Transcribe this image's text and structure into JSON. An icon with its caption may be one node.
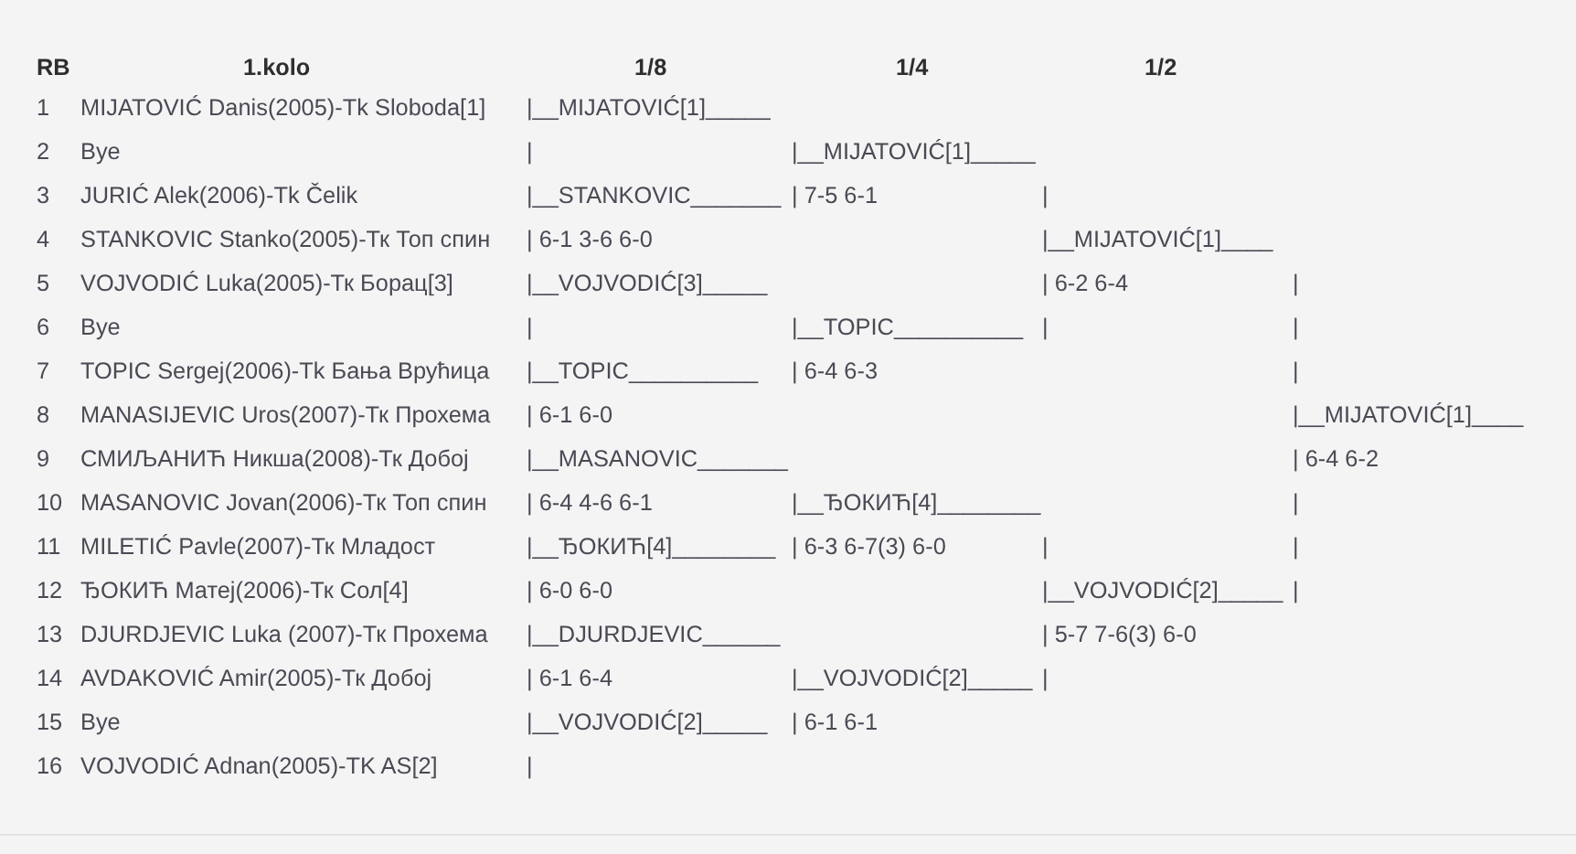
{
  "diagram": {
    "labels": [
      "RB",
      "1.kolo",
      "1/8",
      "1/4",
      "1/2",
      "1",
      "MIJATOVIĆ Danis(2005)-Tk Sloboda[1]",
      "|__MIJATOVIĆ[1]_____",
      "2",
      "Bye",
      "|",
      "|__MIJATOVIĆ[1]_____",
      "3",
      "JURIĆ Alek(2006)-Tk Čelik",
      "|__STANKOVIC_______",
      "| 7-5 6-1",
      "|",
      "4",
      "STANKOVIC Stanko(2005)-Тк Топ спин",
      "| 6-1 3-6 6-0",
      "|__MIJATOVIĆ[1]____",
      "5",
      "VOJVODIĆ Luka(2005)-Тк Борац[3]",
      "|__VOJVODIĆ[3]_____",
      "| 6-2 6-4",
      "|",
      "6",
      "Bye",
      "|",
      "|__TOPIC__________",
      "|",
      "|",
      "7",
      "TOPIC Sergej(2006)-Tk Бања Врућица",
      "|__TOPIC__________",
      "| 6-4 6-3",
      "|",
      "8",
      "MANASIJEVIC Uros(2007)-Тк Прохема",
      "| 6-1 6-0",
      "|__MIJATOVIĆ[1]____",
      "9",
      "СМИЉАНИЋ Никша(2008)-Тк Добој",
      "|__MASANOVIC_______",
      "| 6-4 6-2",
      "10",
      "MASANOVIC Jovan(2006)-Тк Топ спин",
      "| 6-4 4-6 6-1",
      "|__ЂОКИЋ[4]________",
      "|",
      "11",
      "MILETIĆ Pavle(2007)-Тк Младост",
      "|__ЂОКИЋ[4]________",
      "| 6-3 6-7(3) 6-0",
      "|",
      "|",
      "12",
      "ЂОКИЋ Матеј(2006)-Тк Сол[4]",
      "| 6-0 6-0",
      "|__VOJVODIĆ[2]_____",
      "|",
      "13",
      "DJURDJEVIC Luka (2007)-Тк Прохема",
      "|__DJURDJEVIC______",
      "| 5-7 7-6(3) 6-0",
      "14",
      "AVDAKOVIĆ Amir(2005)-Тк Добој",
      "| 6-1 6-4",
      "|__VOJVODIĆ[2]_____",
      "|",
      "15",
      "Bye",
      "|__VOJVODIĆ[2]_____",
      "| 6-1 6-1",
      "16",
      "VOJVODIĆ Adnan(2005)-TK AS[2]",
      "|"
    ]
  }
}
